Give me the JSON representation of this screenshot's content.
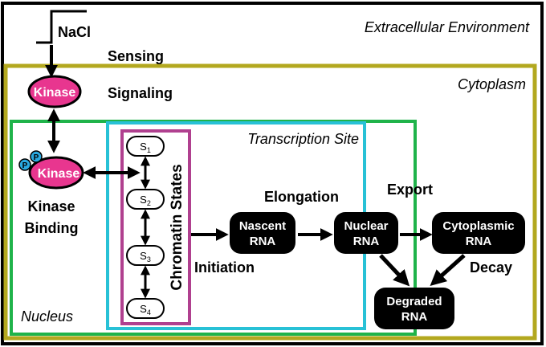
{
  "labels": {
    "nacl": "NaCl",
    "sensing": "Sensing",
    "signaling": "Signaling",
    "kinase_binding_line1": "Kinase",
    "kinase_binding_line2": "Binding",
    "elongation": "Elongation",
    "export": "Export",
    "initiation": "Initiation",
    "decay": "Decay",
    "chromatin_states": "Chromatin States"
  },
  "compartments": {
    "extracellular": "Extracellular Environment",
    "cytoplasm": "Cytoplasm",
    "nucleus": "Nucleus",
    "transcription_site": "Transcription Site"
  },
  "nodes": {
    "kinase": "Kinase",
    "kinase_bound": "Kinase",
    "phospho": "P",
    "nascent_rna": [
      "Nascent",
      "RNA"
    ],
    "nuclear_rna": [
      "Nuclear",
      "RNA"
    ],
    "cytoplasmic_rna": [
      "Cytoplasmic",
      "RNA"
    ],
    "degraded_rna": [
      "Degraded",
      "RNA"
    ]
  },
  "states": [
    {
      "base": "S",
      "sub": "1"
    },
    {
      "base": "S",
      "sub": "2"
    },
    {
      "base": "S",
      "sub": "3"
    },
    {
      "base": "S",
      "sub": "4"
    }
  ],
  "colors": {
    "extracellular_border": "#000000",
    "cytoplasm_border": "#b3a81f",
    "nucleus_border": "#1fb34a",
    "transcription_site_border": "#28c1d6",
    "chromatin_border": "#b0408f",
    "kinase_fill": "#e8368f",
    "phospho_fill": "#2aa9e0",
    "rna_fill": "#000000"
  }
}
